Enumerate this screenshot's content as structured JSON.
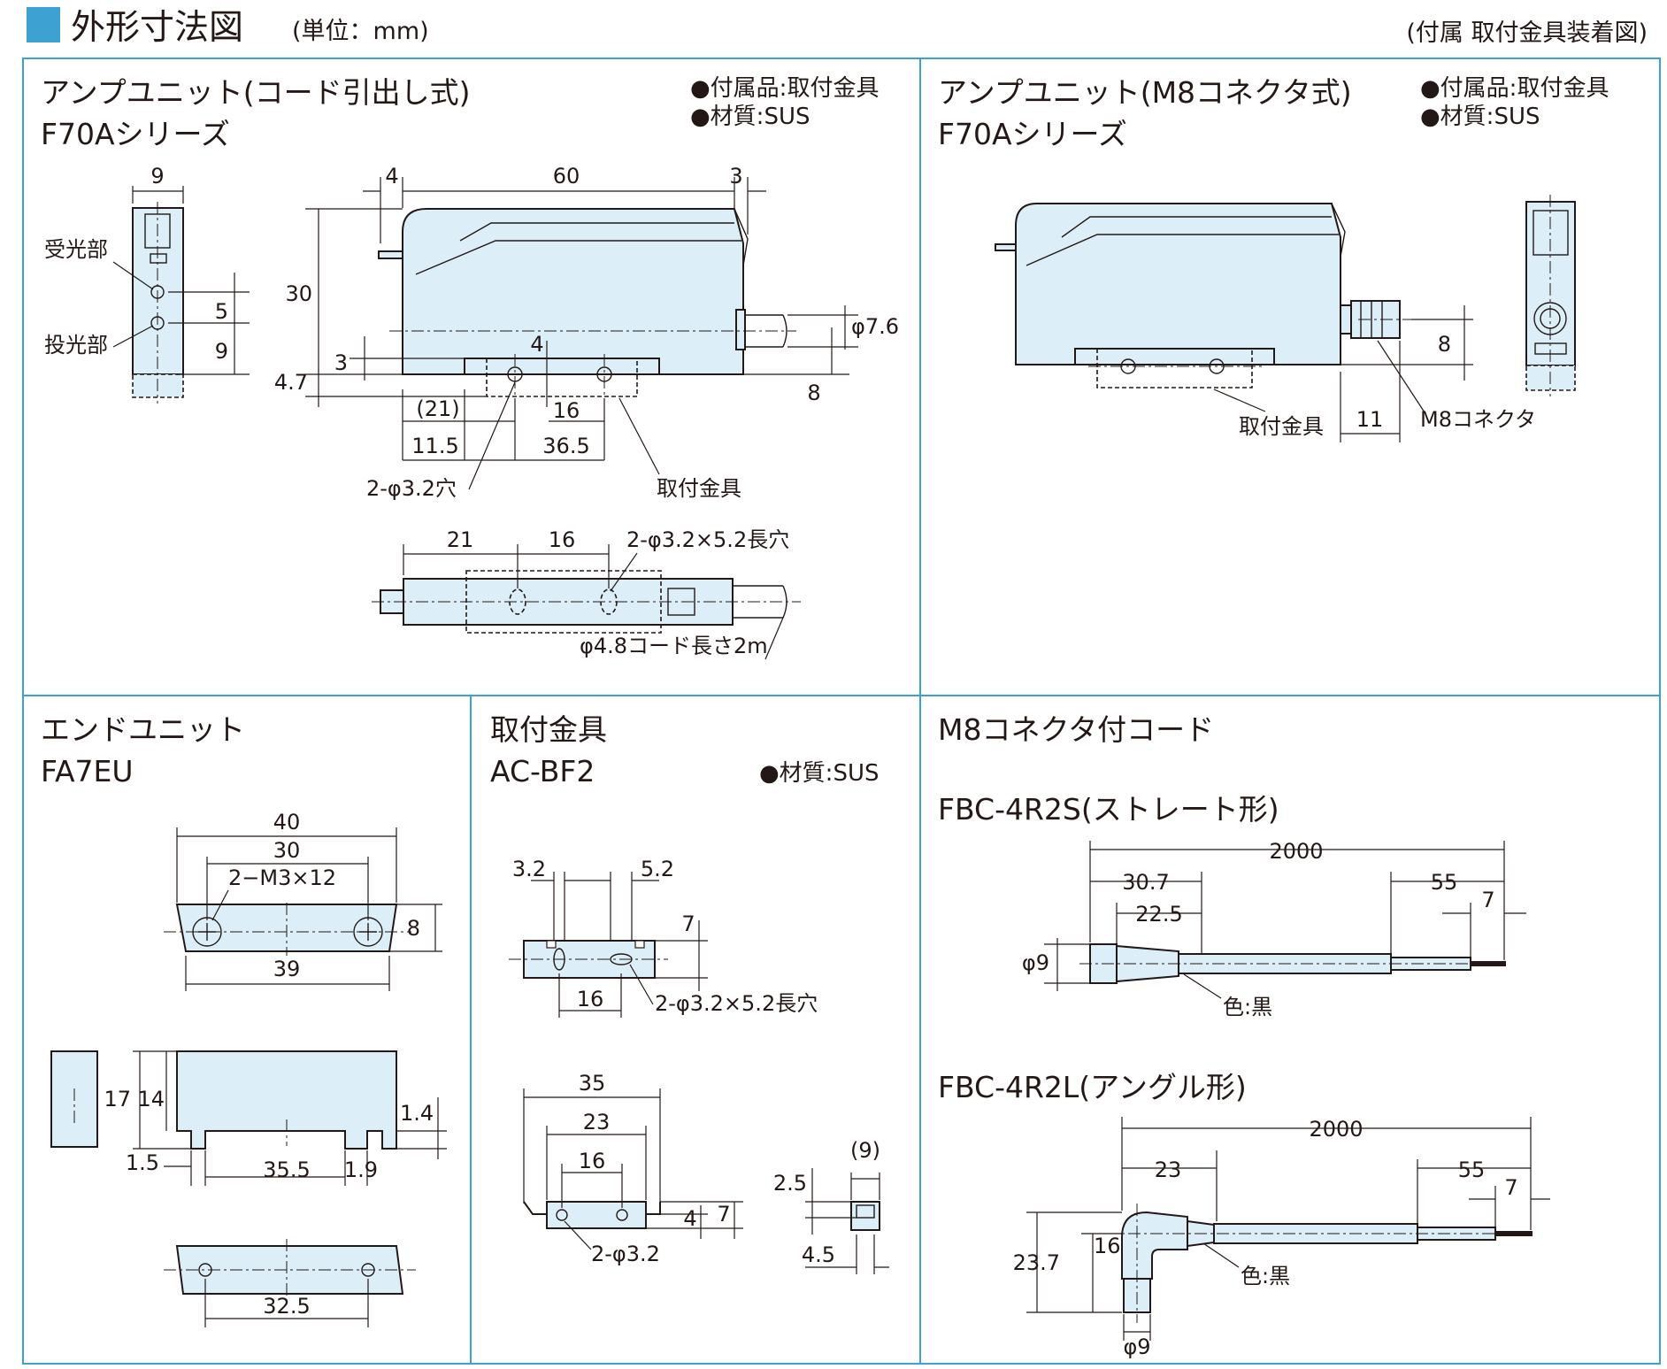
{
  "header": {
    "title": "外形寸法図",
    "unit": "(単位：mm)",
    "note": "(付属 取付金具装着図)"
  },
  "colors": {
    "accent": "#3da1d2",
    "part_fill": "#dceef7",
    "line": "#231815"
  },
  "panel_amp_cord": {
    "title_line1": "アンプユニット(コード引出し式)",
    "title_line2": "F70Aシリーズ",
    "note1": "●付属品:取付金具",
    "note2": "●材質:SUS",
    "labels": {
      "receiver": "受光部",
      "emitter": "投光部",
      "holes": "2-φ3.2穴",
      "bracket": "取付金具",
      "slots": "2-φ3.2×5.2長穴",
      "cord": "φ4.8コード長さ2m"
    },
    "dims": {
      "d9": "9",
      "d4": "4",
      "d60": "60",
      "d3top": "3",
      "d30": "30",
      "d5": "5",
      "d9b": "9",
      "d3": "3",
      "d47": "4.7",
      "d4b": "4",
      "phi76": "φ7.6",
      "d8": "8",
      "d21p": "(21)",
      "d16": "16",
      "d115": "11.5",
      "d365": "36.5",
      "d21": "21",
      "d16b": "16"
    }
  },
  "panel_amp_m8": {
    "title_line1": "アンプユニット(M8コネクタ式)",
    "title_line2": "F70Aシリーズ",
    "note1": "●付属品:取付金具",
    "note2": "●材質:SUS",
    "labels": {
      "bracket": "取付金具",
      "connector": "M8コネクタ"
    },
    "dims": {
      "d8": "8",
      "d11": "11"
    }
  },
  "panel_end": {
    "title_line1": "エンドユニット",
    "title_line2": "FA7EU",
    "dims": {
      "d40": "40",
      "d30": "30",
      "screws": "2−M3×12",
      "d8": "8",
      "d39": "39",
      "d17": "17",
      "d14": "14",
      "d14b": "1.4",
      "d15": "1.5",
      "d355": "35.5",
      "d19": "1.9",
      "d325": "32.5"
    }
  },
  "panel_bracket": {
    "title_line1": "取付金具",
    "title_line2": "AC-BF2",
    "note1": "●材質:SUS",
    "labels": {
      "slots": "2-φ3.2×5.2長穴",
      "holes": "2-φ3.2"
    },
    "dims": {
      "d32": "3.2",
      "d52": "5.2",
      "d7": "7",
      "d16": "16",
      "d35": "35",
      "d23": "23",
      "d16b": "16",
      "d4": "4",
      "d7b": "7",
      "d9p": "(9)",
      "d25": "2.5",
      "d45": "4.5"
    }
  },
  "panel_cord": {
    "title": "M8コネクタ付コード",
    "straight_title": "FBC-4R2S(ストレート形)",
    "angle_title": "FBC-4R2L(アングル形)",
    "labels": {
      "color1": "色:黒",
      "color2": "色:黒"
    },
    "dims": {
      "s2000": "2000",
      "s307": "30.7",
      "s225": "22.5",
      "s55": "55",
      "s7": "7",
      "sphi9": "φ9",
      "a2000": "2000",
      "a23": "23",
      "a55": "55",
      "a7": "7",
      "a237": "23.7",
      "a16": "16",
      "aphi9": "φ9"
    }
  }
}
